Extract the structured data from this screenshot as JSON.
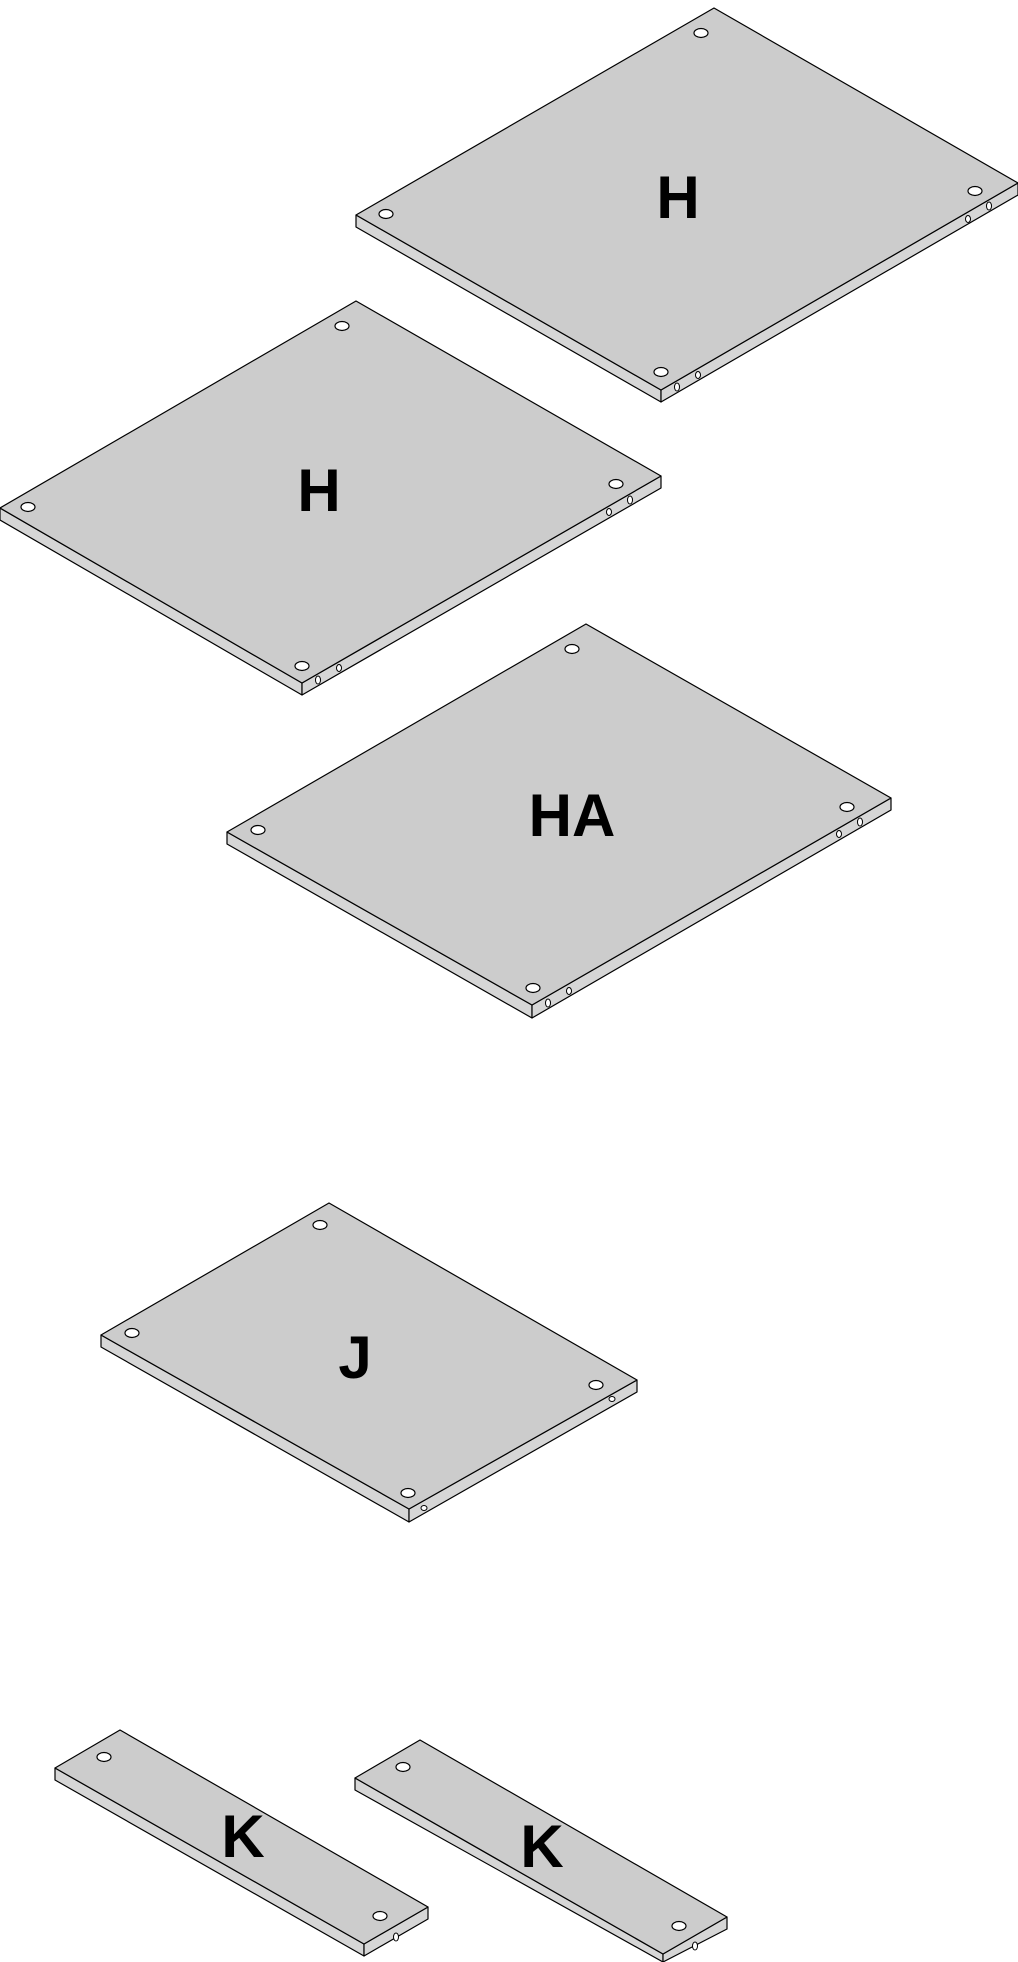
{
  "parts": [
    {
      "id": "panel-h-1",
      "label": "H"
    },
    {
      "id": "panel-h-2",
      "label": "H"
    },
    {
      "id": "panel-ha",
      "label": "HA"
    },
    {
      "id": "panel-j",
      "label": "J"
    },
    {
      "id": "panel-k-1",
      "label": "K"
    },
    {
      "id": "panel-k-2",
      "label": "K"
    }
  ]
}
